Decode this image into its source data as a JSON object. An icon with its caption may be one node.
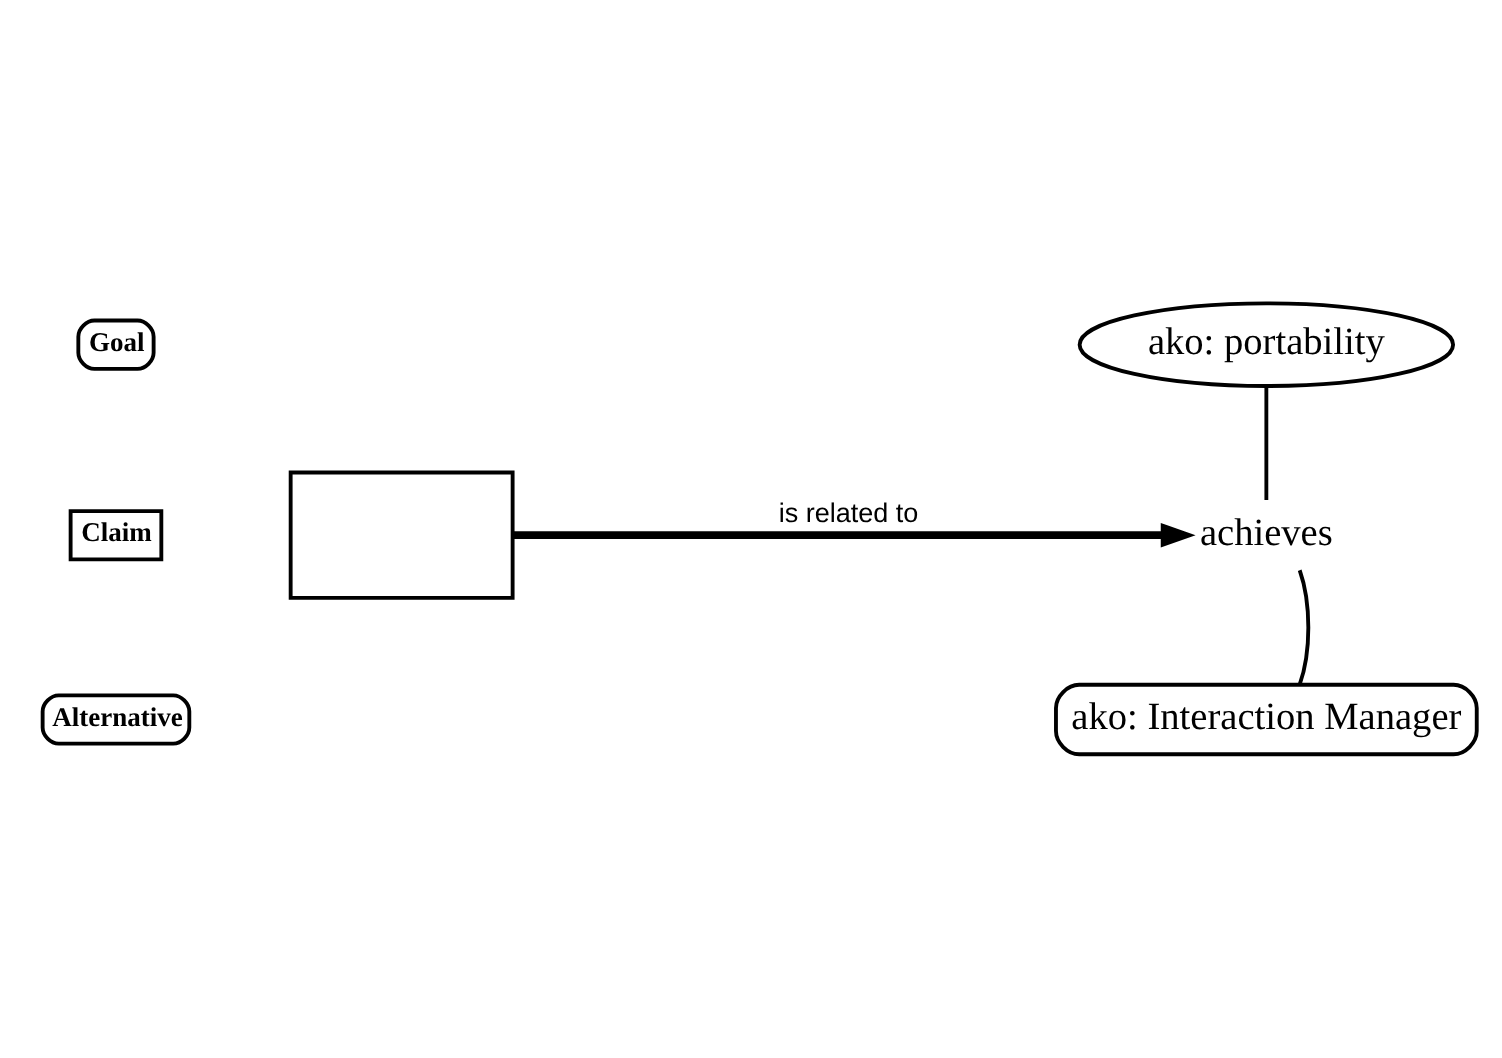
{
  "diagram": {
    "nodes": [
      {
        "text": [
          "ako: portability"
        ]
      },
      {
        "text": [],
        "shape": "box"
      },
      {
        "text": [
          "achieves"
        ]
      },
      {
        "text": [
          "ako: Interaction Manager"
        ]
      }
    ],
    "edges": [
      {
        "from": 1,
        "to": 2,
        "arrow": "to",
        "label": "is related to",
        "style": "thick"
      },
      {
        "from": 0,
        "to": 2,
        "arrow": "none"
      },
      {
        "from": 3,
        "to": 2,
        "arrow": "none"
      }
    ],
    "legend": [
      {
        "text": "Goal"
      },
      {
        "text": "Claim"
      },
      {
        "text": "Alternative"
      }
    ]
  }
}
